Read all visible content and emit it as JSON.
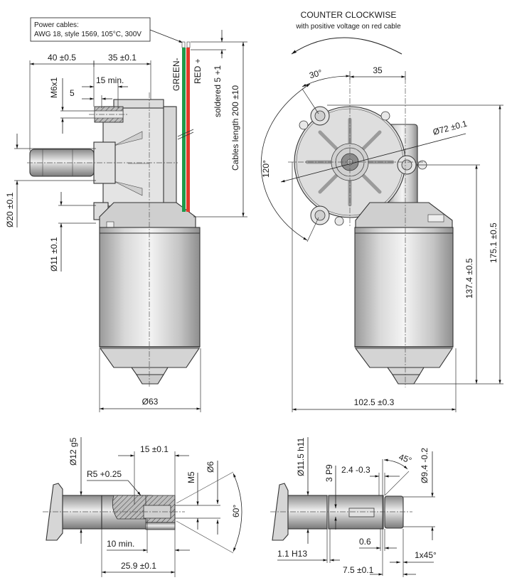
{
  "cable_note": {
    "line1": "Power cables:",
    "line2": "AWG 18, style 1569, 105°C, 300V"
  },
  "rotation": {
    "title": "COUNTER CLOCKWISE",
    "subtitle": "with positive voltage on red cable"
  },
  "cables": {
    "green_label": "GREEN-",
    "red_label": "RED +",
    "soldered": "soldered 5 +1",
    "length": "Cables length 200 ±10",
    "green_color": "#1e9a4a",
    "red_color": "#e23b2a"
  },
  "side_view": {
    "dim_40": "40 ±0.5",
    "dim_35": "35 ±0.1",
    "dim_15min": "15 min.",
    "dim_5": "5",
    "thread": "M6x1",
    "dia_20": "Ø20 ±0.1",
    "dia_11": "Ø11 ±0.1",
    "dia_63": "Ø63"
  },
  "front_view": {
    "angle_30": "30°",
    "dim_35": "35",
    "dia_72": "Ø72 ±0.1",
    "angle_120": "120°",
    "height_137": "137.4 ±0.5",
    "height_175": "175.1 ±0.5",
    "width_102": "102.5 ±0.3"
  },
  "shaft_a": {
    "dia_12": "Ø12 g5",
    "dim_15": "15 ±0.1",
    "radius": "R5 +0.25",
    "thread": "M5",
    "dia_6": "Ø6",
    "angle_60": "60°",
    "dim_10min": "10 min.",
    "dim_25_9": "25.9 ±0.1"
  },
  "shaft_b": {
    "dia_11_5": "Ø11.5 h11",
    "key": "3 P9",
    "dim_2_4": "2.4 -0.3",
    "angle_45": "45°",
    "dia_9_4": "Ø9.4 -0.2",
    "dim_0_6": "0.6",
    "dim_1_1": "1.1 H13",
    "chamfer": "1x45°",
    "dim_7_5": "7.5 ±0.1"
  }
}
